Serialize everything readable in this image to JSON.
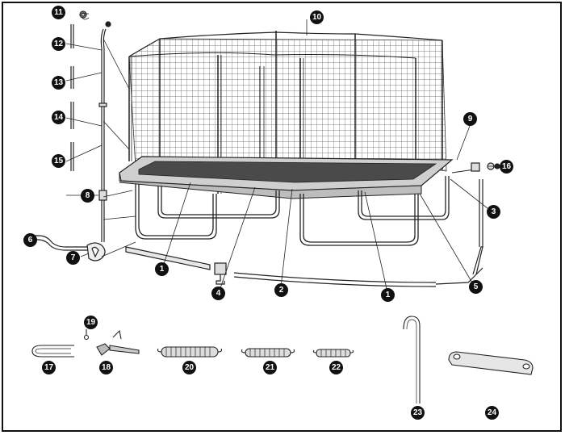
{
  "labels": [
    {
      "id": "p11",
      "text": "11"
    },
    {
      "id": "p12",
      "text": "12"
    },
    {
      "id": "p13",
      "text": "13"
    },
    {
      "id": "p14",
      "text": "14"
    },
    {
      "id": "p15",
      "text": "15"
    },
    {
      "id": "p8",
      "text": "8"
    },
    {
      "id": "p6",
      "text": "6"
    },
    {
      "id": "p7",
      "text": "7"
    },
    {
      "id": "p10",
      "text": "10"
    },
    {
      "id": "p9",
      "text": "9"
    },
    {
      "id": "p16",
      "text": "16"
    },
    {
      "id": "p3",
      "text": "3"
    },
    {
      "id": "p1a",
      "text": "1"
    },
    {
      "id": "p4",
      "text": "4"
    },
    {
      "id": "p2",
      "text": "2"
    },
    {
      "id": "p1b",
      "text": "1"
    },
    {
      "id": "p5",
      "text": "5"
    },
    {
      "id": "p19",
      "text": "19"
    },
    {
      "id": "p17",
      "text": "17"
    },
    {
      "id": "p18",
      "text": "18"
    },
    {
      "id": "p20",
      "text": "20"
    },
    {
      "id": "p21",
      "text": "21"
    },
    {
      "id": "p22",
      "text": "22"
    },
    {
      "id": "p23",
      "text": "23"
    },
    {
      "id": "p24",
      "text": "24"
    }
  ]
}
